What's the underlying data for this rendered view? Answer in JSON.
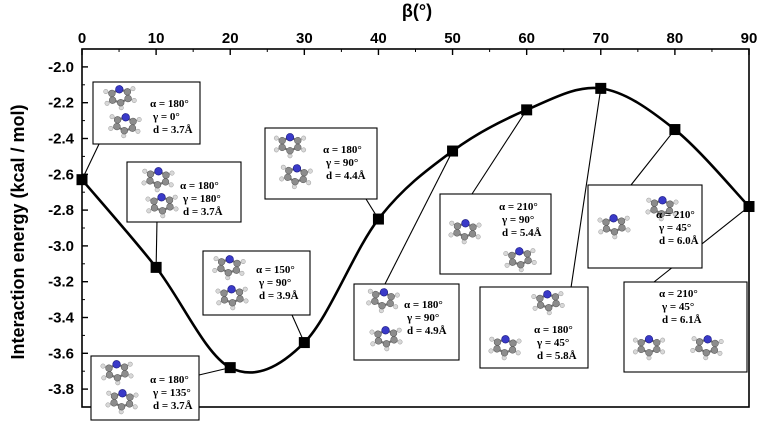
{
  "chart_data": {
    "type": "line",
    "xlabel": "β(°)",
    "ylabel": "Interaction energy (kcal / mol)",
    "xlim": [
      0,
      90
    ],
    "ylim": [
      -3.9,
      -1.9
    ],
    "x_ticks": [
      "0",
      "10",
      "20",
      "30",
      "40",
      "50",
      "60",
      "70",
      "80",
      "90"
    ],
    "y_ticks": [
      "-2.0",
      "-2.2",
      "-2.4",
      "-2.6",
      "-2.8",
      "-3.0",
      "-3.2",
      "-3.4",
      "-3.6",
      "-3.8"
    ],
    "x_tick_values": [
      0,
      10,
      20,
      30,
      40,
      50,
      60,
      70,
      80,
      90
    ],
    "y_tick_values": [
      -2.0,
      -2.2,
      -2.4,
      -2.6,
      -2.8,
      -3.0,
      -3.2,
      -3.4,
      -3.6,
      -3.8
    ],
    "x_axis_position": "top",
    "grid": false,
    "series": [
      {
        "x": [
          0,
          10,
          20,
          30,
          40,
          50,
          60,
          70,
          80,
          90
        ],
        "y": [
          -2.63,
          -3.12,
          -3.68,
          -3.54,
          -2.85,
          -2.47,
          -2.24,
          -2.12,
          -2.35,
          -2.78
        ]
      }
    ],
    "annotations": [
      {
        "lines": [
          "α = 180°",
          "γ = 0°",
          "d = 3.7Å"
        ],
        "point_index": 0
      },
      {
        "lines": [
          "α = 180°",
          "γ = 180°",
          "d = 3.7Å"
        ],
        "point_index": 1
      },
      {
        "lines": [
          "α = 180°",
          "γ = 135°",
          "d = 3.7Å"
        ],
        "point_index": 2
      },
      {
        "lines": [
          "α = 150°",
          "γ = 90°",
          "d = 3.9Å"
        ],
        "point_index": 3
      },
      {
        "lines": [
          "α = 180°",
          "γ = 90°",
          "d = 4.4Å"
        ],
        "point_index": 4
      },
      {
        "lines": [
          "α = 180°",
          "γ = 90°",
          "d = 4.9Å"
        ],
        "point_index": 5
      },
      {
        "lines": [
          "α = 210°",
          "γ = 90°",
          "d = 5.4Å"
        ],
        "point_index": 6
      },
      {
        "lines": [
          "α = 180°",
          "γ = 45°",
          "d = 5.8Å"
        ],
        "point_index": 7
      },
      {
        "lines": [
          "α = 210°",
          "γ = 45°",
          "d = 6.0Å"
        ],
        "point_index": 8
      },
      {
        "lines": [
          "α = 210°",
          "γ = 45°",
          "d = 6.1Å"
        ],
        "point_index": 9
      }
    ],
    "colors": {
      "line": "#000000",
      "marker": "#000000",
      "nitrogen": "#3a3ac8",
      "carbon": "#8c8c8c",
      "hydrogen": "#d8d8d8"
    }
  }
}
